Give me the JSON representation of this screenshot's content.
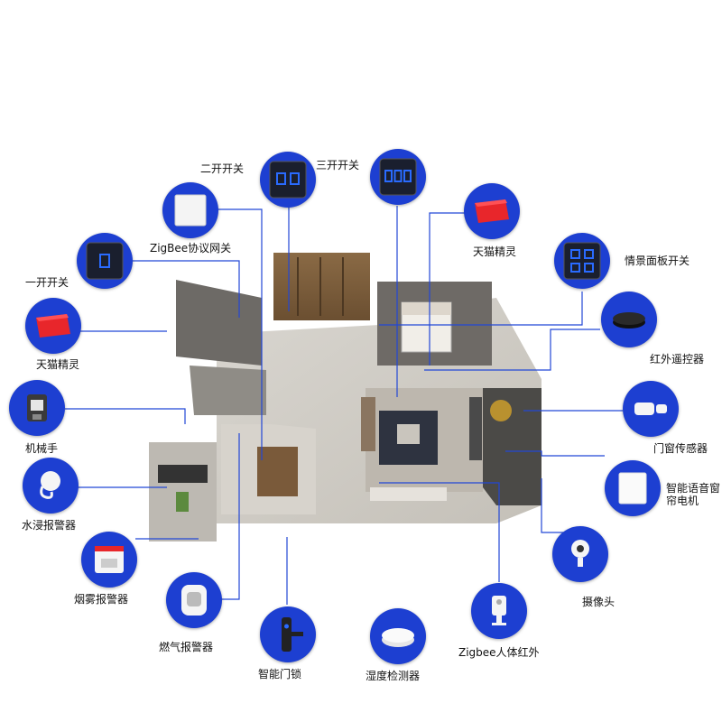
{
  "colors": {
    "node_blue": "#1d3fd1",
    "line_blue": "#2247d6",
    "switch_panel": "#1a1f2e",
    "switch_accent": "#2a6bff",
    "speaker_red": "#e8262b"
  },
  "devices": [
    {
      "id": "two_gang_switch",
      "icon": "two-gang-switch-icon",
      "label": "二开开关"
    },
    {
      "id": "three_gang_switch",
      "icon": "three-gang-switch-icon",
      "label": "三开开关"
    },
    {
      "id": "zigbee_gateway",
      "icon": "gateway-icon",
      "label": "ZigBee协议网关"
    },
    {
      "id": "tmall_genie_top",
      "icon": "smart-speaker-icon",
      "label": "天猫精灵"
    },
    {
      "id": "scene_panel",
      "icon": "scene-panel-icon",
      "label": "情景面板开关"
    },
    {
      "id": "one_gang_switch",
      "icon": "one-gang-switch-icon",
      "label": "一开开关"
    },
    {
      "id": "tmall_genie_left",
      "icon": "smart-speaker-icon",
      "label": "天猫精灵"
    },
    {
      "id": "ir_remote",
      "icon": "ir-remote-icon",
      "label": "红外遥控器"
    },
    {
      "id": "robot_hand",
      "icon": "robot-hand-icon",
      "label": "机械手"
    },
    {
      "id": "door_window_sensor",
      "icon": "door-sensor-icon",
      "label": "门窗传感器"
    },
    {
      "id": "water_leak",
      "icon": "water-leak-icon",
      "label": "水浸报警器"
    },
    {
      "id": "curtain_motor",
      "icon": "curtain-motor-icon",
      "label": "智能语音窗帘电机"
    },
    {
      "id": "smoke_alarm",
      "icon": "smoke-alarm-icon",
      "label": "烟雾报警器"
    },
    {
      "id": "camera",
      "icon": "camera-icon",
      "label": "摄像头"
    },
    {
      "id": "gas_alarm",
      "icon": "gas-alarm-icon",
      "label": "燃气报警器"
    },
    {
      "id": "smart_lock",
      "icon": "smart-lock-icon",
      "label": "智能门锁"
    },
    {
      "id": "humidity_sensor",
      "icon": "humidity-sensor-icon",
      "label": "湿度检测器"
    },
    {
      "id": "motion_sensor",
      "icon": "motion-sensor-icon",
      "label": "Zigbee人体红外"
    }
  ]
}
